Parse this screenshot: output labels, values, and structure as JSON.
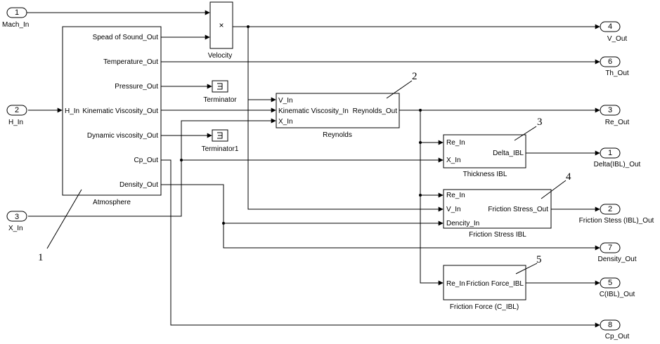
{
  "inports": {
    "mach": {
      "num": "1",
      "name": "Mach_In"
    },
    "h": {
      "num": "2",
      "name": "H_In"
    },
    "x": {
      "num": "3",
      "name": "X_In"
    }
  },
  "outports": {
    "v": {
      "num": "4",
      "name": "V_Out"
    },
    "th": {
      "num": "6",
      "name": "Th_Out"
    },
    "re": {
      "num": "3",
      "name": "Re_Out"
    },
    "delta": {
      "num": "1",
      "name": "Delta(IBL)_Out"
    },
    "stress": {
      "num": "2",
      "name": "Friction Stess (IBL)_Out"
    },
    "density": {
      "num": "7",
      "name": "Density_Out"
    },
    "cibl": {
      "num": "5",
      "name": "C(IBL)_Out"
    },
    "cp": {
      "num": "8",
      "name": "Cp_Out"
    }
  },
  "atmosphere": {
    "name": "Atmosphere",
    "in_h": "H_In",
    "out_sound": "Spead of Sound_Out",
    "out_temp": "Temperature_Out",
    "out_press": "Pressure_Out",
    "out_kin": "Kinematic Viscosity_Out",
    "out_dyn": "Dynamic viscosity_Out",
    "out_cp": "Cp_Out",
    "out_dens": "Density_Out"
  },
  "velocity": {
    "name": "Velocity",
    "symbol": "×"
  },
  "terminator": {
    "name": "Terminator"
  },
  "terminator1": {
    "name": "Terminator1"
  },
  "reynolds": {
    "name": "Reynolds",
    "in_v": "V_In",
    "in_kin": "Kinematic Viscosity_In",
    "in_x": "X_In",
    "out": "Reynolds_Out"
  },
  "thickness": {
    "name": "Thickness IBL",
    "in_re": "Re_In",
    "in_x": "X_In",
    "out": "Delta_IBL"
  },
  "stress": {
    "name": "Friction Stress IBL",
    "in_re": "Re_In",
    "in_v": "V_In",
    "in_dens": "Dencity_In",
    "out": "Friction Stress_Out"
  },
  "force": {
    "name": "Friction Force (C_IBL)",
    "in_re": "Re_In",
    "out": "Friction Force_IBL"
  },
  "callouts": {
    "c1": "1",
    "c2": "2",
    "c3": "3",
    "c4": "4",
    "c5": "5"
  }
}
